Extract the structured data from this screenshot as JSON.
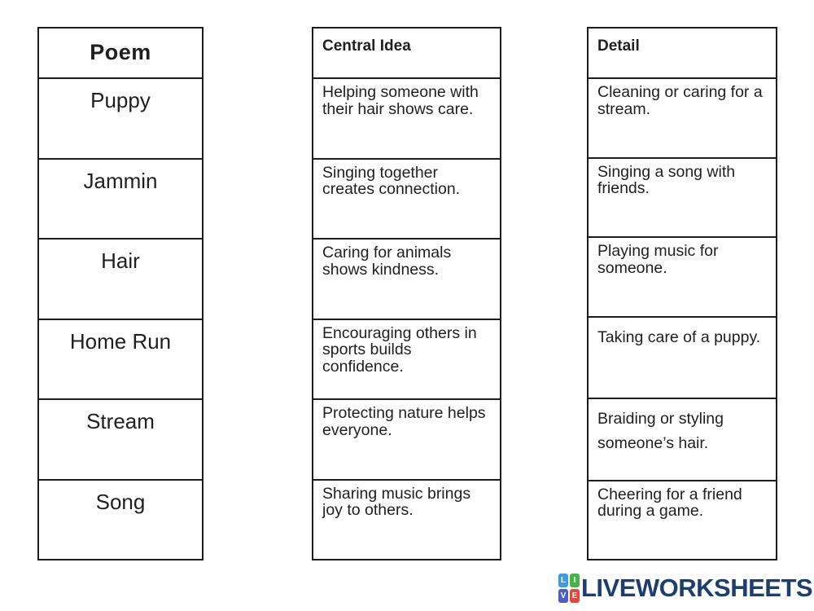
{
  "poem": {
    "header": "Poem",
    "rows": [
      "Puppy",
      "Jammin",
      "Hair",
      "Home Run",
      "Stream",
      "Song"
    ]
  },
  "central": {
    "header": "Central Idea",
    "rows": [
      "Helping someone with their hair shows care.",
      "Singing together creates connection.",
      "Caring for animals shows kindness.",
      "Encouraging others in sports builds confidence.",
      "Protecting nature helps everyone.",
      "Sharing music brings joy to others."
    ]
  },
  "detail": {
    "header": "Detail",
    "rows": [
      "Cleaning or caring for a stream.",
      "Singing a song with friends.",
      "Playing music for someone.",
      "Taking care of a puppy.",
      "Braiding or styling someone’s hair.",
      "Cheering for a friend during a game."
    ]
  },
  "footer": {
    "brand": "LIVEWORKSHEETS",
    "brand_color": "#1d3e6f",
    "logo_letters": [
      "L",
      "I",
      "V",
      "E"
    ],
    "logo_colors": [
      "#3b9de0",
      "#45b54a",
      "#4a5fc1",
      "#e8453c"
    ]
  }
}
